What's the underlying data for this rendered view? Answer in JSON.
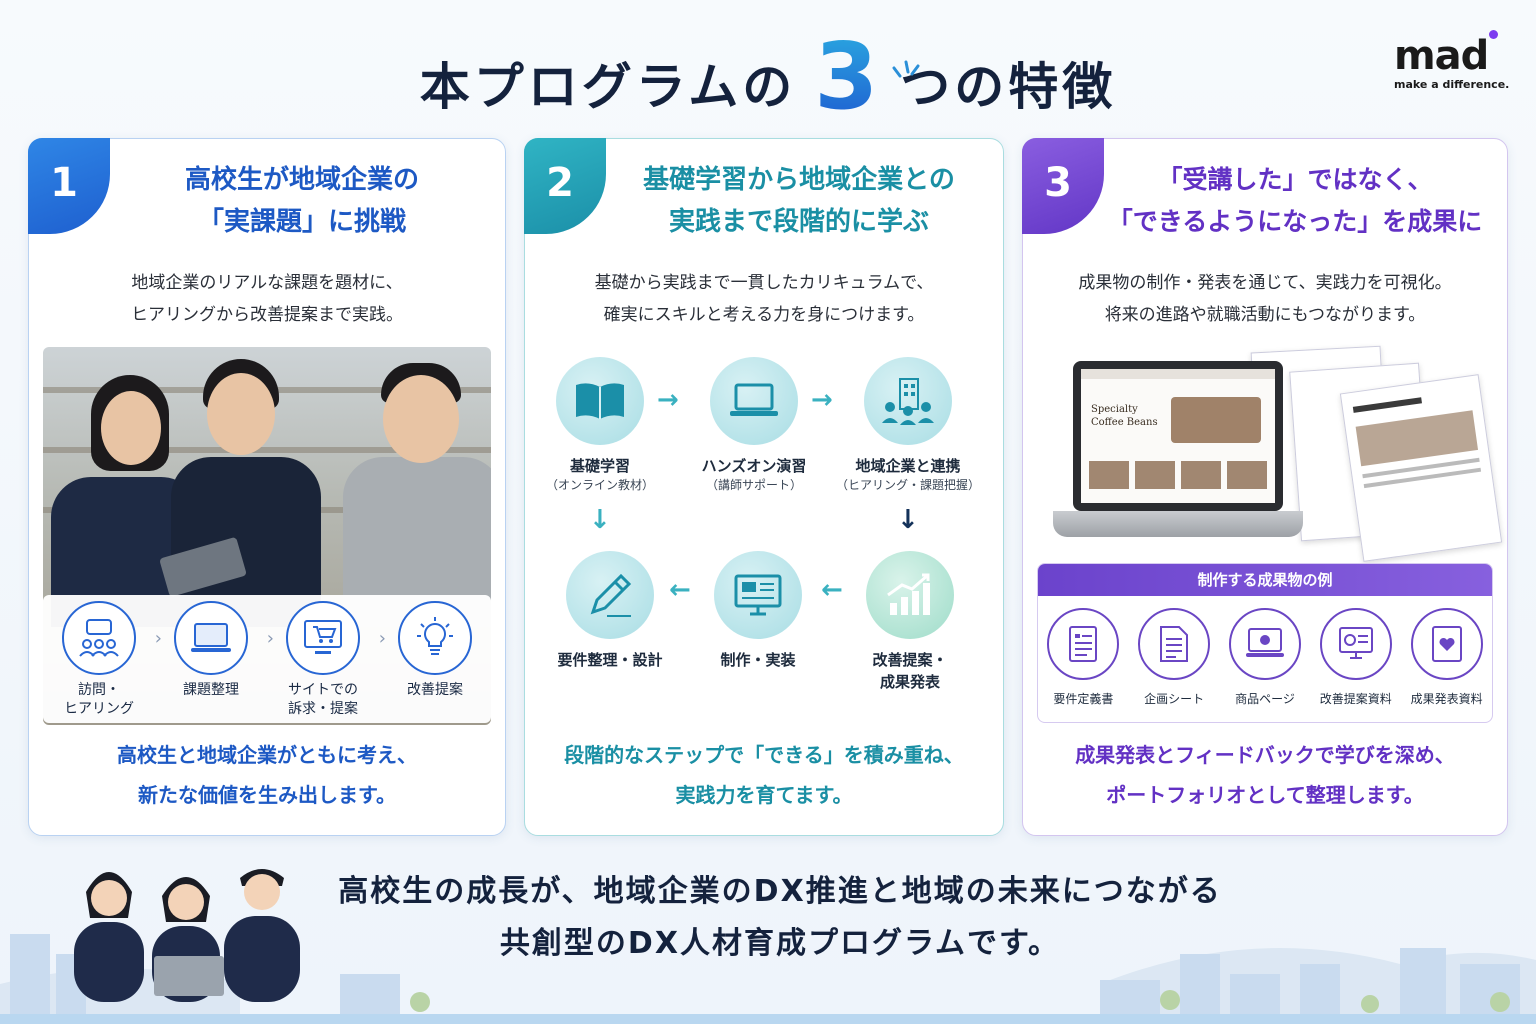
{
  "header": {
    "title_pre": "本プログラムの",
    "title_num": "3",
    "title_post": "つの特徴",
    "logo_text": "mad",
    "logo_tagline": "make a difference."
  },
  "colors": {
    "card1_accent": "#1d59c4",
    "card2_accent": "#1a8fa4",
    "card3_accent": "#6231c4"
  },
  "cards": [
    {
      "number": "1",
      "heading_line1": "高校生が地域企業の",
      "heading_line2": "「実課題」に挑戦",
      "desc_line1": "地域企業のリアルな課題を題材に、",
      "desc_line2": "ヒアリングから改善提案まで実践。",
      "steps": [
        {
          "line1": "訪問・",
          "line2": "ヒアリング",
          "icon": "meeting-icon"
        },
        {
          "line1": "課題整理",
          "line2": "",
          "icon": "laptop-icon"
        },
        {
          "line1": "サイトでの",
          "line2": "訴求・提案",
          "icon": "cart-icon"
        },
        {
          "line1": "改善提案",
          "line2": "",
          "icon": "lightbulb-icon"
        }
      ],
      "foot_line1": "高校生と地域企業がともに考え、",
      "foot_line2": "新たな価値を生み出します。"
    },
    {
      "number": "2",
      "heading_line1": "基礎学習から地域企業との",
      "heading_line2": "実践まで段階的に学ぶ",
      "desc_line1": "基礎から実践まで一貫したカリキュラムで、",
      "desc_line2": "確実にスキルと考える力を身につけます。",
      "flow": [
        {
          "label": "基礎学習",
          "sub": "（オンライン教材）",
          "icon": "book-icon"
        },
        {
          "label": "ハンズオン演習",
          "sub": "（講師サポート）",
          "icon": "laptop-icon"
        },
        {
          "label": "地域企業と連携",
          "sub": "（ヒアリング・課題把握）",
          "icon": "building-icon"
        },
        {
          "label": "要件整理・設計",
          "sub": "",
          "icon": "pencil-icon"
        },
        {
          "label": "制作・実装",
          "sub": "",
          "icon": "monitor-icon"
        },
        {
          "label": "改善提案・",
          "sub": "成果発表",
          "icon": "growth-chart-icon"
        }
      ],
      "foot_line1": "段階的なステップで「できる」を積み重ね、",
      "foot_line2": "実践力を育てます。"
    },
    {
      "number": "3",
      "heading_line1": "「受講した」ではなく、",
      "heading_line2": "「できるようになった」を成果に",
      "desc_line1": "成果物の制作・発表を通じて、実践力を可視化。",
      "desc_line2": "将来の進路や就職活動にもつながります。",
      "laptop_screen_text": "Specialty Coffee Beans",
      "outputs_title": "制作する成果物の例",
      "outputs": [
        {
          "label": "要件定義書",
          "icon": "document-icon"
        },
        {
          "label": "企画シート",
          "icon": "sheet-icon"
        },
        {
          "label": "商品ページ",
          "icon": "product-page-icon"
        },
        {
          "label": "改善提案資料",
          "icon": "proposal-icon"
        },
        {
          "label": "成果発表資料",
          "icon": "presentation-icon"
        }
      ],
      "foot_line1": "成果発表とフィードバックで学びを深め、",
      "foot_line2": "ポートフォリオとして整理します。"
    }
  ],
  "bottom": {
    "line1": "高校生の成長が、地域企業のDX推進と地域の未来につながる",
    "line2": "共創型のDX人材育成プログラムです。"
  }
}
